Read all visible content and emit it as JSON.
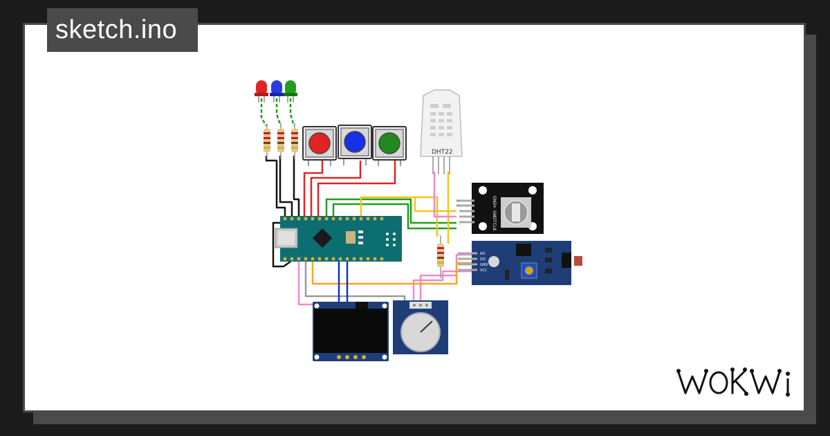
{
  "sketch": {
    "filename": "sketch.ino"
  },
  "brand": {
    "name": "WOKWI"
  },
  "parts": {
    "dht": {
      "label": "DHT22"
    },
    "encoder": {
      "pins": [
        "GND",
        "+",
        "SW",
        "DT",
        "CLK"
      ]
    },
    "ldr": {
      "pins": [
        "AO",
        "DO",
        "GND",
        "VCC"
      ]
    }
  },
  "colors": {
    "frame": "#4a4a4a",
    "board": "#0d6e72",
    "module": "#1f3e78",
    "wire_red": "#e02424",
    "wire_green": "#1f9e1f",
    "wire_yellow": "#f5c518",
    "wire_orange": "#f5a623",
    "wire_pink": "#f088d0",
    "wire_black": "#111111",
    "wire_blue": "#1432c8",
    "wire_gray": "#9a9a9a"
  }
}
